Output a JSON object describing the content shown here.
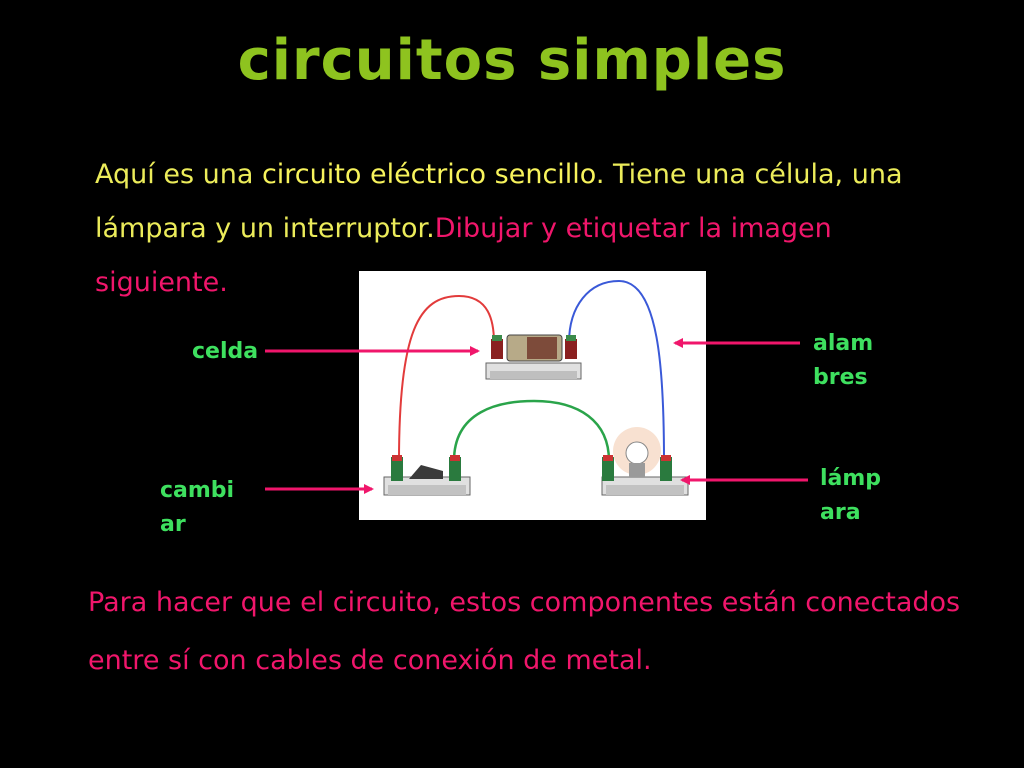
{
  "title": "circuitos simples",
  "intro": {
    "part1": "Aquí es una ",
    "part2": "circuito eléctrico sencillo",
    "part3": ". Tiene una célula, una lámpara y un interruptor.",
    "part4": "Dibujar y etiquetar la imagen siguiente."
  },
  "labels": {
    "cell": "celda",
    "wires_1": "alam",
    "wires_2": "bres",
    "switch_1": "cambi",
    "switch_2": "ar",
    "lamp_1": "lámp",
    "lamp_2": "ara"
  },
  "outro": "Para hacer que el circuito, estos componentes están conectados entre sí con cables de conexión de metal.",
  "colors": {
    "title": "#8ec31f",
    "text_yellow": "#ecec5a",
    "accent_pink": "#f0166b",
    "label_green": "#3ee05f",
    "background": "#000000"
  }
}
